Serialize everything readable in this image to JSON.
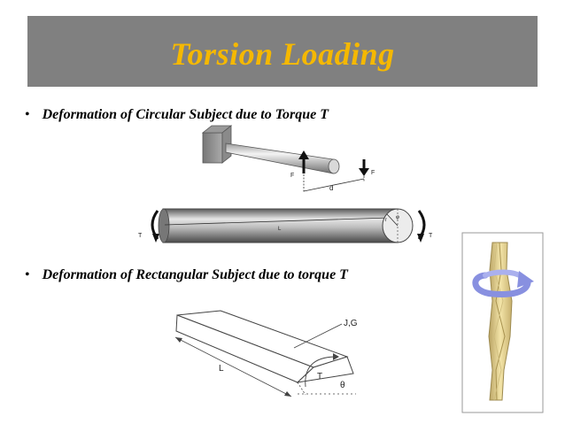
{
  "slide": {
    "title": "Torsion Loading",
    "bullets": [
      "Deformation of Circular Subject due to Torque T",
      "Deformation of Rectangular Subject due to torque T"
    ]
  },
  "figure_cantilever": {
    "force_label_left": "F",
    "force_label_right": "F",
    "distance_label": "d"
  },
  "figure_shaft": {
    "length_label": "L",
    "torque_left": "T",
    "torque_right": "T",
    "radius_label": "r",
    "angle_label": "φ"
  },
  "figure_plate": {
    "props_label": "J,G",
    "length_label": "L",
    "torque_label": "T",
    "angle_label": "θ"
  },
  "colors": {
    "title_bg": "#808080",
    "title_text": "#f5b800",
    "bar_fill": "#e8d48a",
    "arrow": "#8890e0"
  }
}
